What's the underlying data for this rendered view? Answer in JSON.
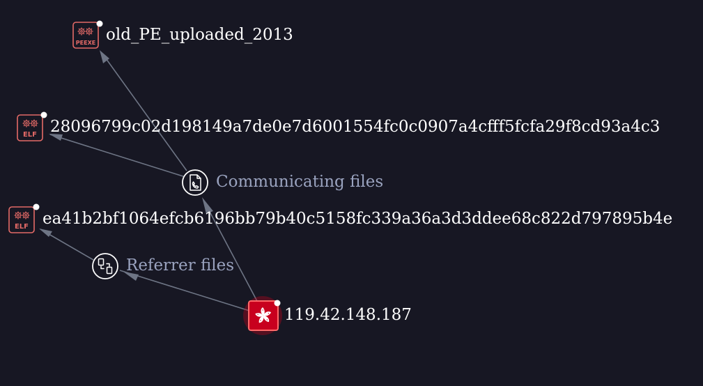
{
  "nodes": {
    "ip": {
      "label": "119.42.148.187",
      "icon": "hong-kong-flag-icon",
      "color": "#c8001e"
    },
    "pe": {
      "label": "old_PE_uploaded_2013",
      "badge": "PEEXE",
      "icon": "gear-icon"
    },
    "elf1": {
      "label": "28096799c02d198149a7de0e7d6001554fc0c0907a4cfff5fcfa29f8cd93a4c3",
      "badge": "ELF",
      "icon": "gear-icon"
    },
    "elf2": {
      "label": "ea41b2bf1064efcb6196bb79b40c5158fc339a36a3d3ddee68c822d797895b4e",
      "badge": "ELF",
      "icon": "gear-icon"
    }
  },
  "relations": {
    "communicating": {
      "label": "Communicating files",
      "icon": "phone-document-icon"
    },
    "referrer": {
      "label": "Referrer files",
      "icon": "linked-files-icon"
    }
  },
  "colors": {
    "background": "#171723",
    "edge": "#6e7585",
    "file_icon": "#e46a67",
    "relation_text": "#9aa3bf"
  }
}
